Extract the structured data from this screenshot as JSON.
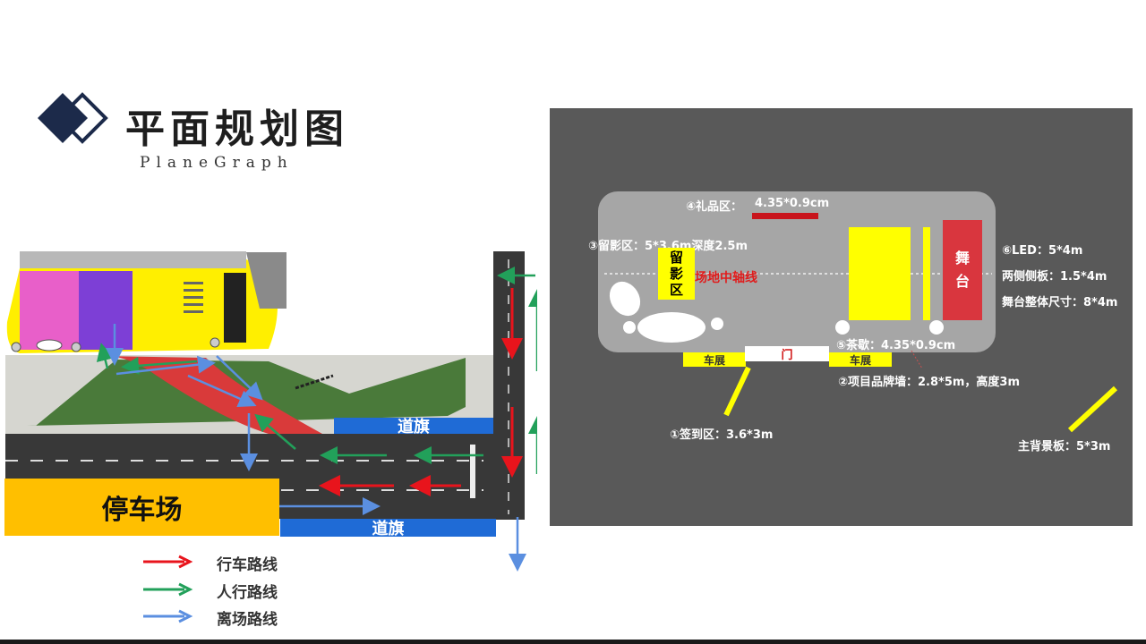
{
  "header": {
    "title": "平面规划图",
    "subtitle": "PlaneGraph"
  },
  "site_map": {
    "flag_banner_top": "道旗",
    "flag_banner_bottom": "道旗",
    "parking_label": "停车场"
  },
  "legend": {
    "items": [
      {
        "label": "行车路线",
        "color": "#e8141c"
      },
      {
        "label": "人行路线",
        "color": "#22a05a"
      },
      {
        "label": "离场路线",
        "color": "#5b8fe0"
      }
    ]
  },
  "venue": {
    "gift_area_label": "④礼品区：",
    "gift_area_size": "4.35*0.9cm",
    "photo_area_label": "③留影区：5*3.6m深度2.5m",
    "photo_zone_chars": [
      "留",
      "影",
      "区"
    ],
    "axis_label": "场地中轴线",
    "stage_chars": [
      "舞",
      "台"
    ],
    "led_label": "⑥LED：5*4m",
    "side_panels_label": "两侧侧板：1.5*4m",
    "stage_size_label": "舞台整体尺寸：8*4m",
    "tea_break_label": "⑤茶歇：4.35*0.9cm",
    "car_exhibit_left": "车展",
    "car_exhibit_right": "车展",
    "door_label": "门",
    "brand_wall_label": "②项目品牌墙：2.8*5m，高度3m",
    "checkin_label": "①签到区：3.6*3m",
    "main_backdrop_label": "主背景板：5*3m"
  },
  "colors": {
    "navy": "#1c2a4a",
    "venue_bg": "#595959",
    "hall_bg": "#a6a6a6",
    "stage_red": "#d9363e",
    "highlight_yellow": "#ffff00",
    "flag_blue": "#1f6bd6",
    "parking_orange": "#ffbf00",
    "drive_red": "#e8141c",
    "walk_green": "#22a05a",
    "exit_blue": "#5b8fe0"
  }
}
